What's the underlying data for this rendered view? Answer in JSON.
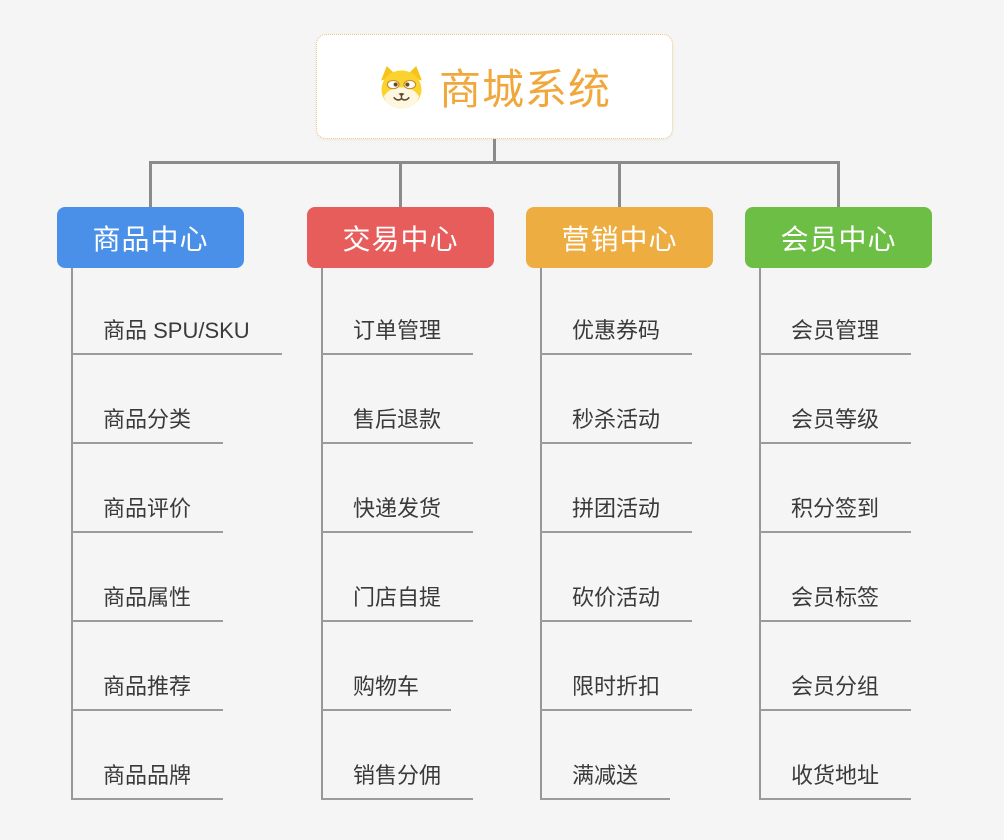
{
  "root": {
    "title": "商城系统",
    "icon": "dog-face-icon",
    "title_color": "#f0a83c",
    "border_color": "#f2c178"
  },
  "palette": {
    "product_center": "#4a90e8",
    "trade_center": "#e65d5b",
    "marketing_center": "#eead40",
    "member_center": "#6dbe44",
    "connector_gray": "#8b8b8b"
  },
  "branches": [
    {
      "label": "商品中心",
      "color": "#4a90e8",
      "children": [
        "商品 SPU/SKU",
        "商品分类",
        "商品评价",
        "商品属性",
        "商品推荐",
        "商品品牌"
      ]
    },
    {
      "label": "交易中心",
      "color": "#e65d5b",
      "children": [
        "订单管理",
        "售后退款",
        "快递发货",
        "门店自提",
        "购物车",
        "销售分佣"
      ]
    },
    {
      "label": "营销中心",
      "color": "#eead40",
      "children": [
        "优惠券码",
        "秒杀活动",
        "拼团活动",
        "砍价活动",
        "限时折扣",
        "满减送"
      ]
    },
    {
      "label": "会员中心",
      "color": "#6dbe44",
      "children": [
        "会员管理",
        "会员等级",
        "积分签到",
        "会员标签",
        "会员分组",
        "收货地址"
      ]
    }
  ]
}
